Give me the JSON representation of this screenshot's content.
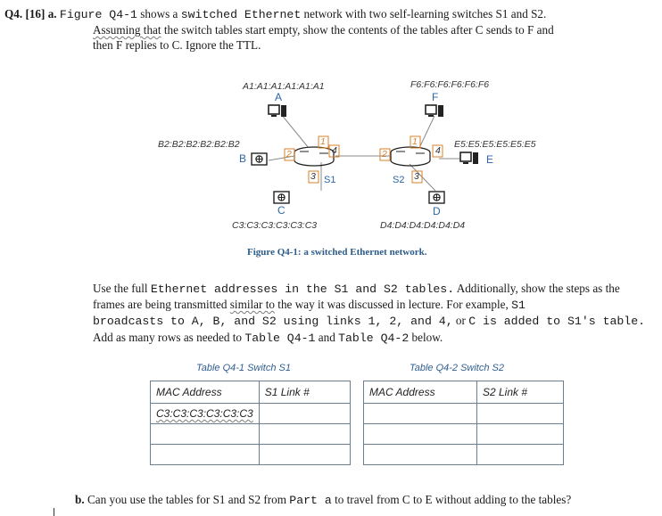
{
  "question": {
    "label": "Q4. [16] a.",
    "line1": {
      "t1": "Figure Q4-1",
      "t2": " shows a ",
      "t3": "switched Ethernet",
      "t4": " network with two self-learning switches S1 and S2."
    },
    "line2": {
      "wavy": "Assuming that",
      "rest": " the switch tables start empty, show the contents of the tables after C sends to F and"
    },
    "line3": "then F replies to C. Ignore the TTL."
  },
  "figure": {
    "hosts": {
      "A": {
        "letter": "A",
        "mac": "A1:A1:A1:A1:A1:A1"
      },
      "B": {
        "letter": "B",
        "mac": "B2:B2:B2:B2:B2:B2"
      },
      "C": {
        "letter": "C",
        "mac": "C3:C3:C3:C3:C3:C3"
      },
      "D": {
        "letter": "D",
        "mac": "D4:D4:D4:D4:D4:D4"
      },
      "E": {
        "letter": "E",
        "mac": "E5:E5:E5:E5:E5:E5"
      },
      "F": {
        "letter": "F",
        "mac": "F6:F6:F6:F6:F6:F6"
      }
    },
    "switches": {
      "s1": "S1",
      "s2": "S2"
    },
    "ports": {
      "s1": {
        "p1": "1",
        "p2": "2",
        "p3": "3",
        "p4": "4"
      },
      "s2": {
        "p1": "1",
        "p2": "2",
        "p3": "3",
        "p4": "4"
      }
    },
    "caption": "Figure Q4-1: a switched Ethernet network.",
    "colors": {
      "link": "#8a8a8a",
      "port_box": "#d9822b",
      "host_label": "#2e66a6",
      "caption": "#2b5c8a"
    }
  },
  "instructions": {
    "l1": {
      "a": "Use the full ",
      "b": "Ethernet addresses in the S1 and S2 tables.",
      "c": " Additionally, show the steps as the"
    },
    "l2": {
      "a": "frames are being transmitted ",
      "wavy": "similar to",
      "c": " the way it was discussed in lecture. For example, ",
      "d": "S1"
    },
    "l3": {
      "a": "broadcasts to A, B, and S2 using links 1, 2, and 4,",
      "b": " or ",
      "c": "C is added to S1's table."
    },
    "l4": {
      "a": "Add as many rows as needed to ",
      "b": "Table Q4-1",
      "c": " and ",
      "d": "Table Q4-2",
      "e": " below."
    }
  },
  "tables": {
    "t1": {
      "caption": "Table Q4-1 Switch S1",
      "headers": [
        "MAC Address",
        "S1 Link #"
      ],
      "rows": [
        [
          "C3:C3:C3:C3:C3:C3",
          ""
        ],
        [
          "",
          ""
        ],
        [
          "",
          ""
        ]
      ]
    },
    "t2": {
      "caption": "Table Q4-2 Switch S2",
      "headers": [
        "MAC Address",
        "S2 Link #"
      ],
      "rows": [
        [
          "",
          ""
        ],
        [
          "",
          ""
        ],
        [
          "",
          ""
        ]
      ]
    }
  },
  "part_b": {
    "label": "b.",
    "a": " Can you use the tables for S1 and S2 from ",
    "b": "Part a",
    "c": " to travel from C to E without adding to the tables?"
  }
}
